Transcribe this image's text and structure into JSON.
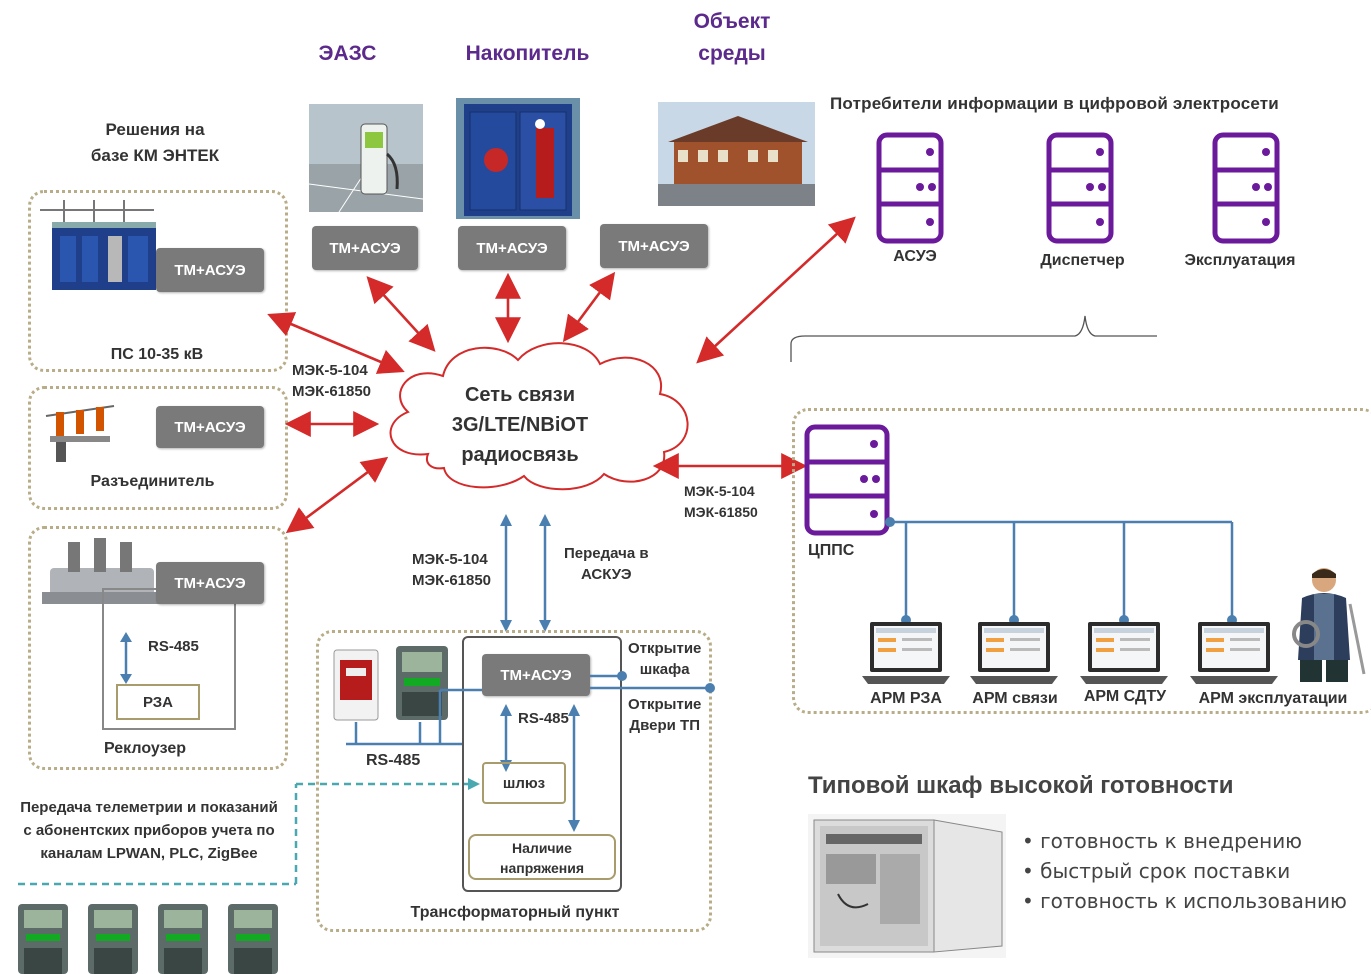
{
  "top_titles": {
    "eazs": "ЭАЗС",
    "storage": "Накопитель",
    "object_line1": "Объект",
    "object_line2": "среды"
  },
  "consumers_title": "Потребители информации в цифровой электросети",
  "consumers": [
    {
      "label": "АСУЭ"
    },
    {
      "label": "Диспетчер"
    },
    {
      "label": "Эксплуатация"
    }
  ],
  "solutions_title_line1": "Решения на",
  "solutions_title_line2": "базе КМ ЭНТЕК",
  "tm_label": "ТМ+АСУЭ",
  "ps_label": "ПС 10-35 кВ",
  "disconnector_label": "Разъединитель",
  "recloser_label": "Реклоузер",
  "rs485": "RS-485",
  "rza": "РЗА",
  "cloud": {
    "line1": "Сеть связи",
    "line2": "3G/LTE/NBiOT",
    "line3": "радиосвязь"
  },
  "protocols": {
    "left_1": "МЭК-5-104",
    "left_2": "МЭК-61850",
    "right_1": "МЭК-5-104",
    "right_2": "МЭК-61850",
    "bottom_1": "МЭК-5-104",
    "bottom_2": "МЭК-61850",
    "askue_1": "Передача в",
    "askue_2": "АСКУЭ"
  },
  "cpps_label": "ЦППС",
  "workstations": [
    {
      "label": "АРМ РЗА"
    },
    {
      "label": "АРМ связи"
    },
    {
      "label": "АРМ СДТУ"
    },
    {
      "label": "АРМ эксплуатации"
    }
  ],
  "tp": {
    "title": "Трансформаторный пункт",
    "open_cabinet_1": "Открытие",
    "open_cabinet_2": "шкафа",
    "open_door_1": "Открытие",
    "open_door_2": "Двери ТП",
    "rs485_a": "RS-485",
    "rs485_b": "RS-485",
    "gateway": "шлюз",
    "voltage_1": "Наличие",
    "voltage_2": "напряжения"
  },
  "telemetry": {
    "line1": "Передача телеметрии и показаний",
    "line2": "с абонентских приборов учета по",
    "line3": "каналам LPWAN, PLC, ZigBee"
  },
  "cabinet": {
    "title": "Типовой шкаф высокой готовности",
    "bullets": [
      "готовность к внедрению",
      "быстрый срок поставки",
      "готовность к использованию"
    ]
  },
  "colors": {
    "purple": "#5b2a8c",
    "arrow_red": "#d42a2a",
    "line_blue": "#4a7fb0",
    "dash_teal": "#4aa8b0",
    "tm_gray": "#7a7a7a"
  }
}
